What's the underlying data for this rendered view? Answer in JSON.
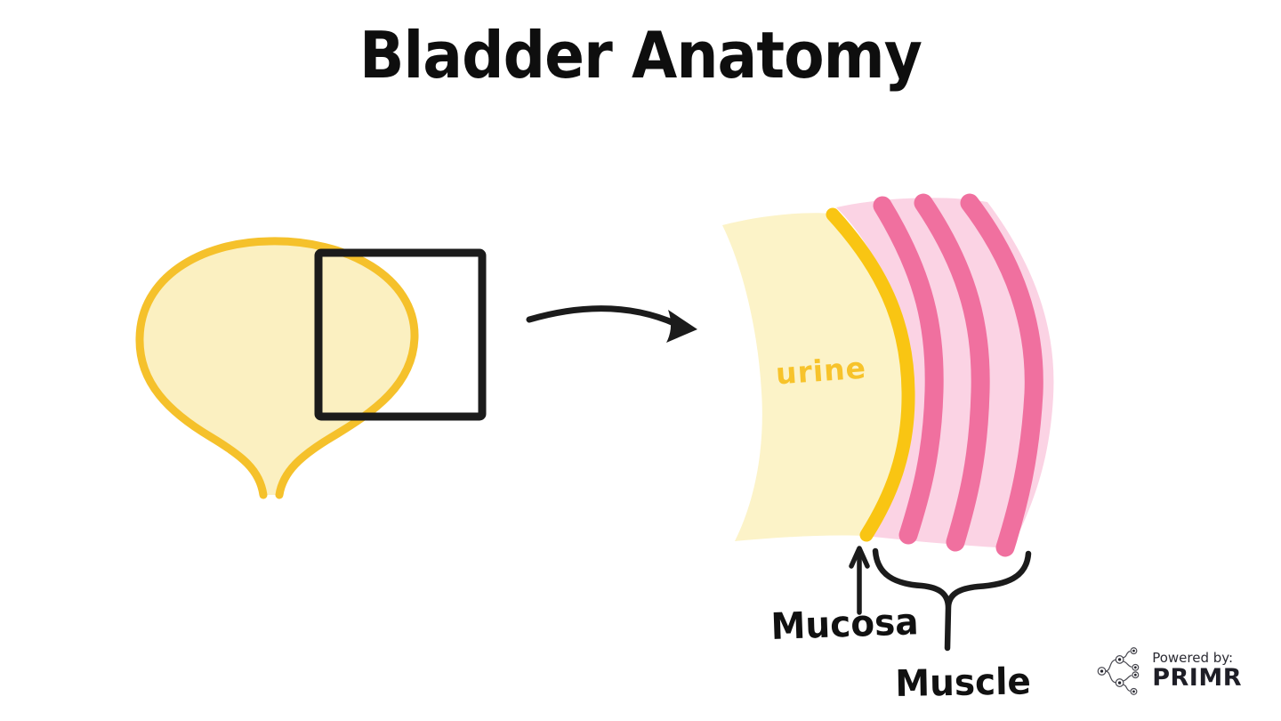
{
  "title": "Bladder Anatomy",
  "labels": {
    "urine": "urine",
    "mucosa": "Mucosa",
    "muscle": "Muscle"
  },
  "branding": {
    "powered_by": "Powered by:",
    "brand": "PRIMR",
    "icon": "tree-network-icon"
  },
  "colors": {
    "bladder_fill": "#FBF0C1",
    "bladder_stroke": "#F5C12B",
    "urine_fill": "#FCF3C8",
    "urine_text": "#F7C32B",
    "mucosa_line": "#F9C513",
    "muscle_fill": "#FBD3E4",
    "muscle_stripe": "#F0709F",
    "ink": "#1B1B1B",
    "brand_text": "#1E1E26"
  }
}
